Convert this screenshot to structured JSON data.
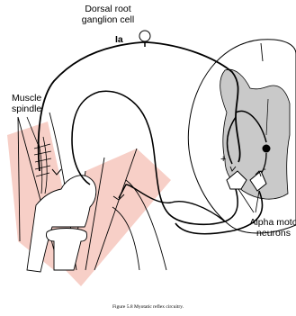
{
  "labels": {
    "ganglion": [
      "Dorsal root",
      "ganglion cell"
    ],
    "fiber": "Ia",
    "spindle": [
      "Muscle",
      "spindle"
    ],
    "motor": [
      "Alpha moto",
      "neurons"
    ],
    "plus": "+",
    "minus": "-"
  },
  "caption": "Figure 5.8 Myotatic reflex circuitry.",
  "colors": {
    "muscle": "#f7cfc7",
    "gray_matter": "#c9c9c9",
    "line": "#000000"
  }
}
